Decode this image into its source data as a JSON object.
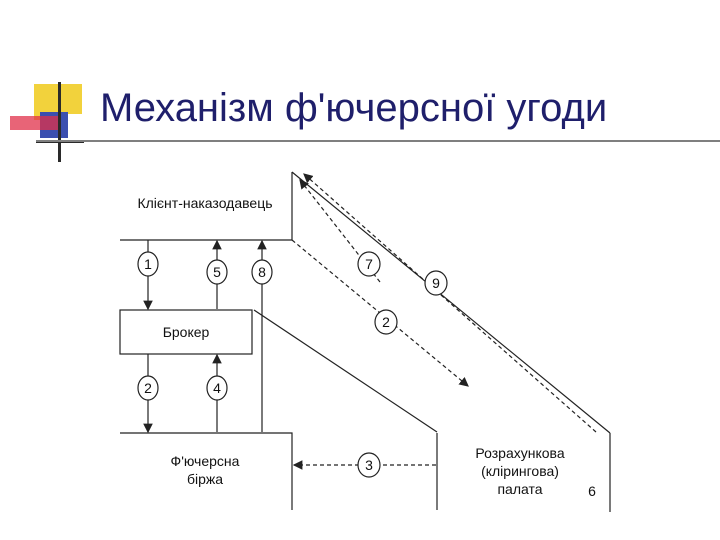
{
  "slide": {
    "title": "Механізм ф'ючерсної угоди"
  },
  "diagram": {
    "nodes": {
      "client": "Клієнт-наказодавець",
      "broker": "Брокер",
      "exchange_line1": "Ф'ючерсна",
      "exchange_line2": "біржа",
      "clearing_line1": "Розрахункова",
      "clearing_line2": "(клірингова)",
      "clearing_line3": "палата"
    },
    "step_labels": {
      "s1": "1",
      "s5": "5",
      "s8": "8",
      "s7": "7",
      "s9": "9",
      "s2_diag": "2",
      "s2_left": "2",
      "s4": "4",
      "s3": "3",
      "s6": "6"
    }
  },
  "colors": {
    "title": "#1f1f6b",
    "logo_yellow": "#f2d23c",
    "logo_blue": "#3b4fb0",
    "logo_red": "#e0304a",
    "line": "#222222"
  }
}
